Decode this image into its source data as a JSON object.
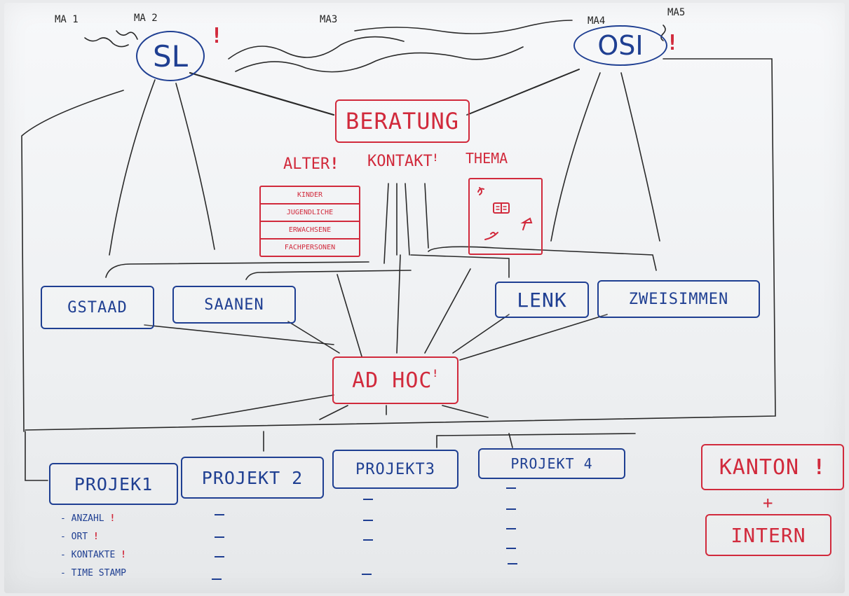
{
  "top": {
    "ma_labels": [
      "MA 1",
      "MA 2",
      "MA3",
      "MA4",
      "MA5"
    ],
    "sl": "SL",
    "osi": "OSI",
    "excl": "!"
  },
  "beratung": {
    "title": "BERATUNG",
    "criteria": {
      "alter": "ALTER",
      "kontakt": "KONTAKT",
      "thema": "THEMA"
    },
    "age_groups": [
      "KINDER",
      "JUGENDLICHE",
      "ERWACHSENE",
      "FACHPERSONEN"
    ]
  },
  "locations": [
    "GSTAAD",
    "SAANEN",
    "LENK",
    "ZWEISIMMEN"
  ],
  "adhoc": "AD HOC",
  "projects": [
    "PROJEK1",
    "PROJEKT 2",
    "PROJEKT3",
    "PROJEKT 4"
  ],
  "project1_fields": [
    {
      "label": "- ANZAHL",
      "mark": "!"
    },
    {
      "label": "- ORT",
      "mark": "!"
    },
    {
      "label": "- KONTAKTE",
      "mark": "!"
    },
    {
      "label": "- TIME STAMP",
      "mark": ""
    }
  ],
  "kanton": {
    "title": "KANTON",
    "plus": "+",
    "intern": "INTERN"
  },
  "colors": {
    "blue_marker": "#1f3f92",
    "red_marker": "#d12a3c",
    "black_marker": "#222222"
  }
}
